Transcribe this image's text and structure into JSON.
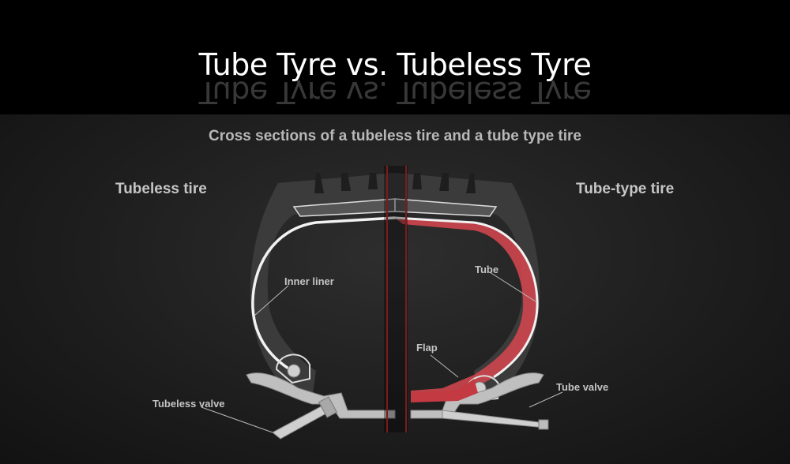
{
  "title": "Tube Tyre vs. Tubeless Tyre",
  "subtitle": "Cross sections of a tubeless tire and a tube type tire",
  "labels": {
    "tubeless": "Tubeless tire",
    "tube_type": "Tube-type tire"
  },
  "callouts": {
    "inner_liner": "Inner liner",
    "tubeless_valve": "Tubeless valve",
    "tube": "Tube",
    "flap": "Flap",
    "tube_valve": "Tube valve"
  },
  "colors": {
    "background": "#000000",
    "panel": "#1e1e1e",
    "tire": "#3a3a3a",
    "tube_red": "#d8474f",
    "divider": "#7a1c1c"
  }
}
